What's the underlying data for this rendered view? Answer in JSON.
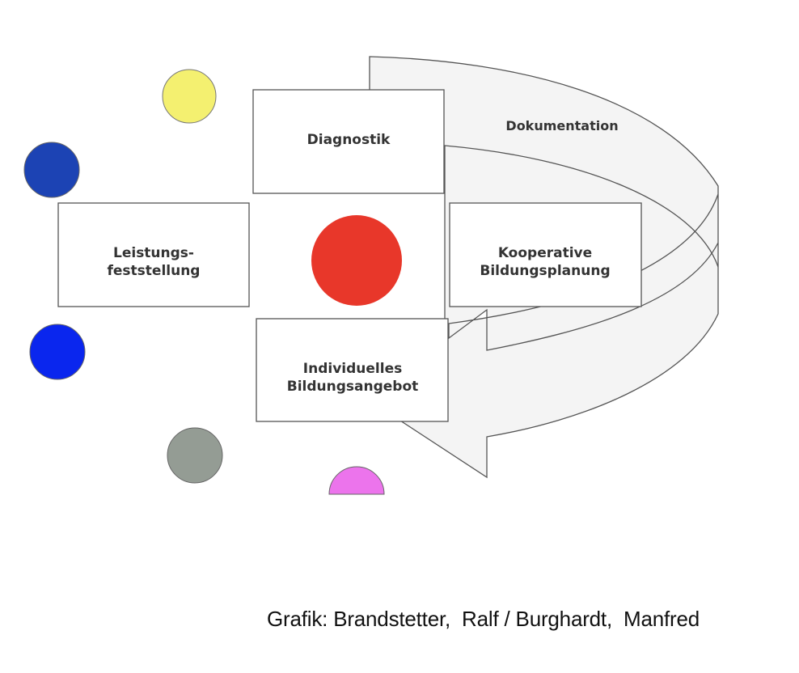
{
  "diagram": {
    "arrow_label": "Dokumentation",
    "boxes": {
      "diagnostik": [
        "Diagnostik"
      ],
      "leistungsfeststellung": [
        "Leistungs-",
        "feststellung"
      ],
      "kooperative": [
        "Kooperative",
        "Bildungsplanung"
      ],
      "individuelles": [
        "Individuelles",
        "Bildungsangebot"
      ]
    },
    "colors": {
      "center_circle": "#e8372a",
      "yellow_circle": "#f4f070",
      "dark_blue_circle": "#1c43b4",
      "blue_circle": "#0a26ee",
      "grey_circle": "#949c94",
      "pink_circle": "#ec74ec",
      "arrow_fill": "#f4f4f4",
      "outline": "#555555"
    }
  },
  "caption": "Grafik: Brandstetter,  Ralf / Burghardt,  Manfred"
}
